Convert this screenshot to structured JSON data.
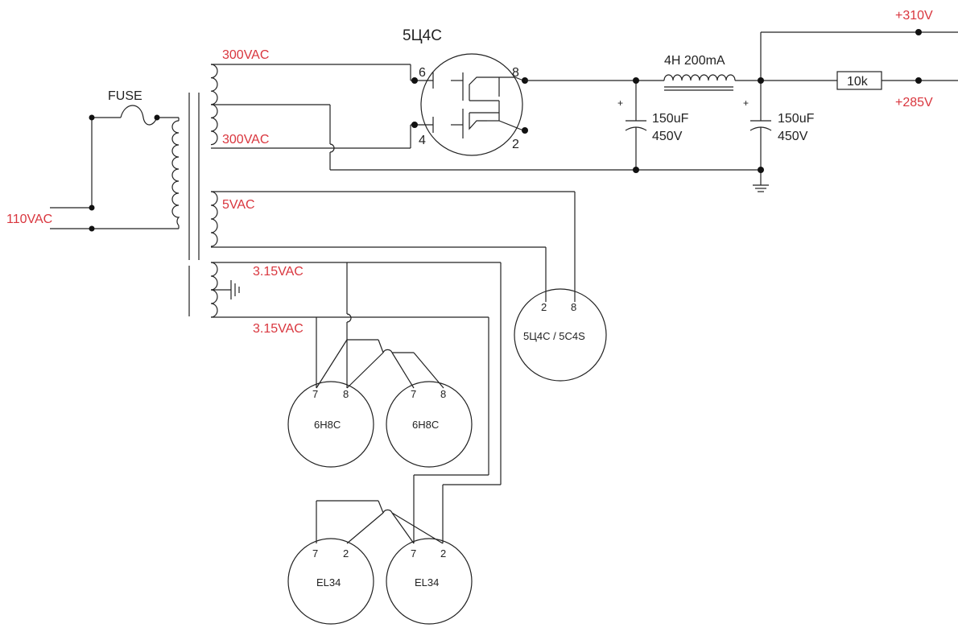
{
  "colors": {
    "wire": "#222222",
    "voltage_label": "#d9363e"
  },
  "labels": {
    "input_voltage": "110VAC",
    "fuse": "FUSE",
    "hv_winding_top": "300VAC",
    "hv_winding_bottom": "300VAC",
    "rectifier_heater": "5VAC",
    "heater_a": "3.15VAC",
    "heater_b": "3.15VAC",
    "rectifier_tube_title": "5Ц4С",
    "rectifier_pin_6": "6",
    "rectifier_pin_8": "8",
    "rectifier_pin_4": "4",
    "rectifier_pin_2": "2",
    "choke": "4H 200mA",
    "cap1_value": "150uF",
    "cap1_voltage": "450V",
    "cap2_value": "150uF",
    "cap2_voltage": "450V",
    "cap_polarity": "+",
    "resistor": "10k",
    "out_high": "+310V",
    "out_low": "+285V"
  },
  "tubes": {
    "rectifier_socket": {
      "name": "5Ц4С / 5С4S",
      "pin_left": "2",
      "pin_right": "8"
    },
    "preamp_1": {
      "name": "6Н8С",
      "pin_left": "7",
      "pin_right": "8"
    },
    "preamp_2": {
      "name": "6Н8С",
      "pin_left": "7",
      "pin_right": "8"
    },
    "power_1": {
      "name": "EL34",
      "pin_left": "7",
      "pin_right": "2"
    },
    "power_2": {
      "name": "EL34",
      "pin_left": "7",
      "pin_right": "2"
    }
  }
}
